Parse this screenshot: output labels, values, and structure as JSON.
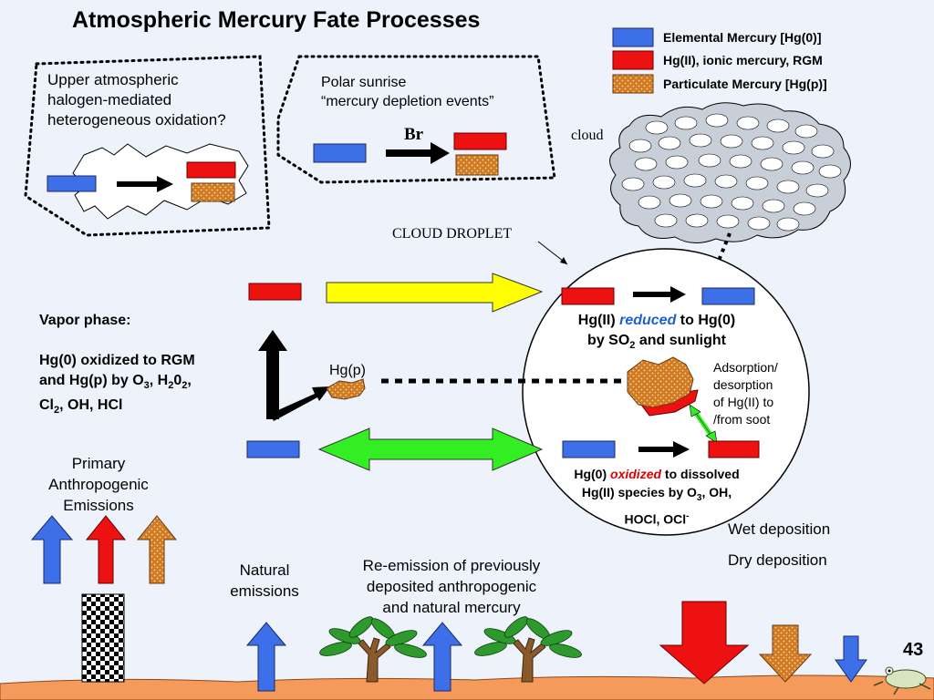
{
  "title": "Atmospheric Mercury Fate Processes",
  "legend": {
    "elemental": "Elemental Mercury [Hg(0)]",
    "ionic": "Hg(II), ionic mercury, RGM",
    "particulate": "Particulate Mercury [Hg(p)]"
  },
  "upper_box": {
    "line1": "Upper atmospheric",
    "line2": "halogen-mediated",
    "line3": "heterogeneous oxidation?"
  },
  "polar_box": {
    "line1": "Polar sunrise",
    "line2": "“mercury depletion events”",
    "br": "Br"
  },
  "cloud_label": "cloud",
  "cloud_droplet_label": "CLOUD DROPLET",
  "vapor": {
    "line1": "Vapor phase:",
    "line2": "Hg(0) oxidized to RGM",
    "line3_pre": "and Hg(p) by O",
    "line3_sub1": "3",
    "line3_mid": ", H",
    "line3_sub2": "2",
    "line3_post": "0",
    "line3_sub3": "2",
    "line3_end": ",",
    "line4_pre": "Cl",
    "line4_sub": "2",
    "line4_post": ", OH, HCl"
  },
  "hgp_label": "Hg(p)",
  "droplet": {
    "reduced_pre": "Hg(II) ",
    "reduced_word": "reduced",
    "reduced_post": " to Hg(0)",
    "reduced_line2_pre": "by SO",
    "reduced_line2_sub": "2",
    "reduced_line2_post": " and sunlight",
    "adsorption1": "Adsorption/",
    "adsorption2": "desorption",
    "adsorption3": "of Hg(II) to",
    "adsorption4": "/from soot",
    "oxidized_pre": "Hg(0) ",
    "oxidized_word": "oxidized",
    "oxidized_post": " to dissolved",
    "oxidized_line2_pre": "Hg(II) species by O",
    "oxidized_line2_sub": "3",
    "oxidized_line2_post": ", OH,",
    "oxidized_line3": "HOCl, OCl",
    "oxidized_line3_sup": "-"
  },
  "primary": {
    "line1": "Primary",
    "line2": "Anthropogenic",
    "line3": "Emissions"
  },
  "natural": {
    "line1": "Natural",
    "line2": "emissions"
  },
  "reemission": {
    "line1": "Re-emission of  previously",
    "line2": "deposited anthropogenic",
    "line3": "and natural mercury"
  },
  "wet_deposition": "Wet deposition",
  "dry_deposition": "Dry deposition",
  "page_number": "43",
  "colors": {
    "elemental": "#3d6fe8",
    "ionic": "#ee1111",
    "particulate": "#d27a22",
    "arrow_yellow": "#ffff00",
    "arrow_green": "#33ee22",
    "ground": "#f59a5a"
  }
}
